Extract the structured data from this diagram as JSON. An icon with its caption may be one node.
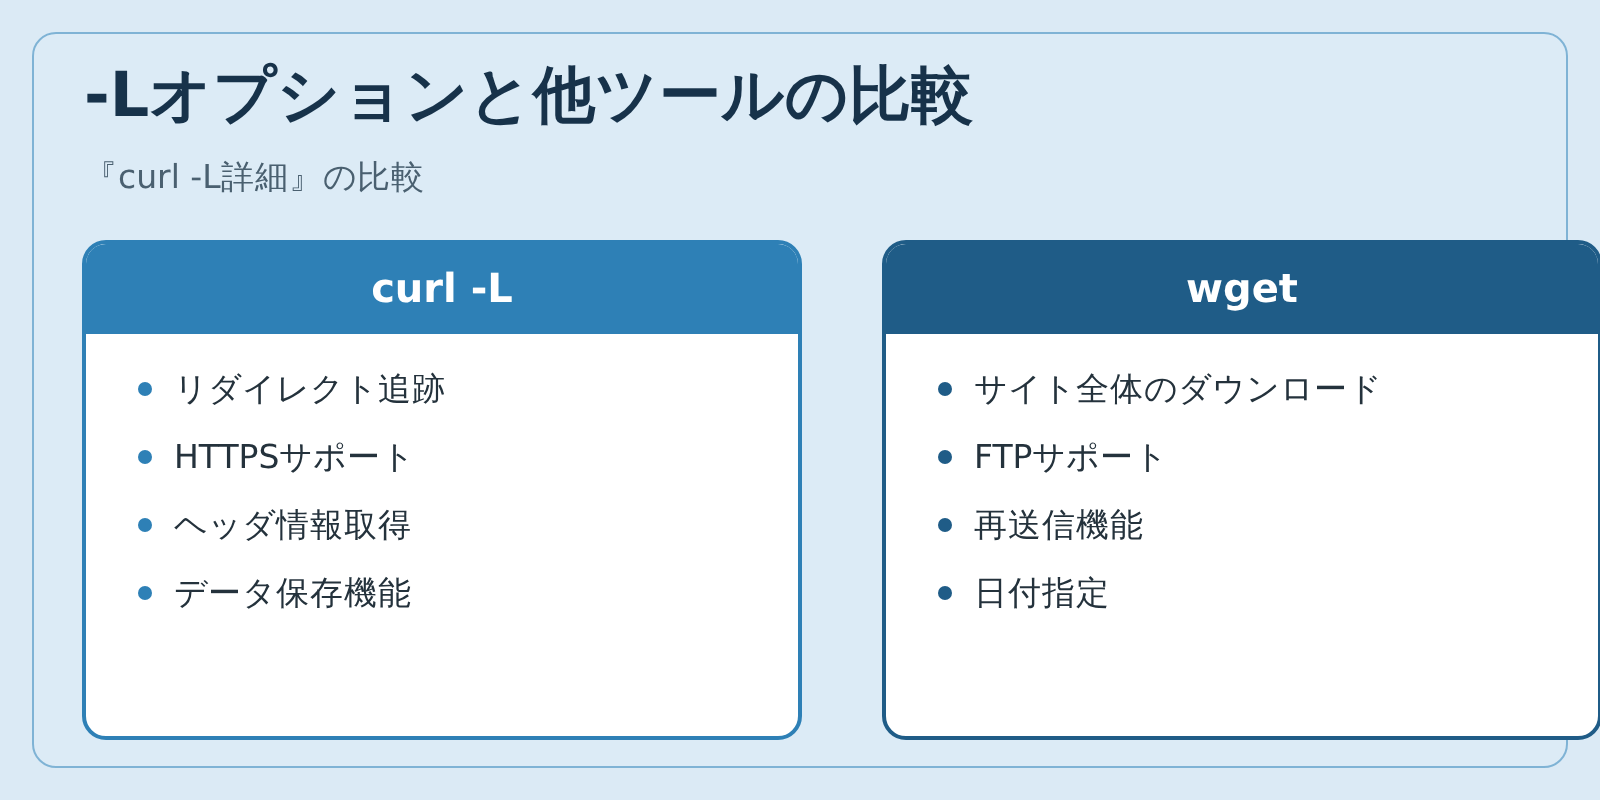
{
  "diagram": {
    "title": "-Lオプションと他ツールの比較",
    "nodes": [
      {
        "text": [
          "curl -L",
          "リダイレクト追跡",
          "HTTPSサポート",
          "ヘッダ情報取得",
          "データ保存機能"
        ]
      },
      {
        "text": [
          "wget",
          "サイト全体のダウンロード",
          "FTPサポート",
          "再送信機能",
          "日付指定"
        ]
      }
    ],
    "edges": [],
    "labels": [
      "『curl -L詳細』の比較"
    ]
  }
}
